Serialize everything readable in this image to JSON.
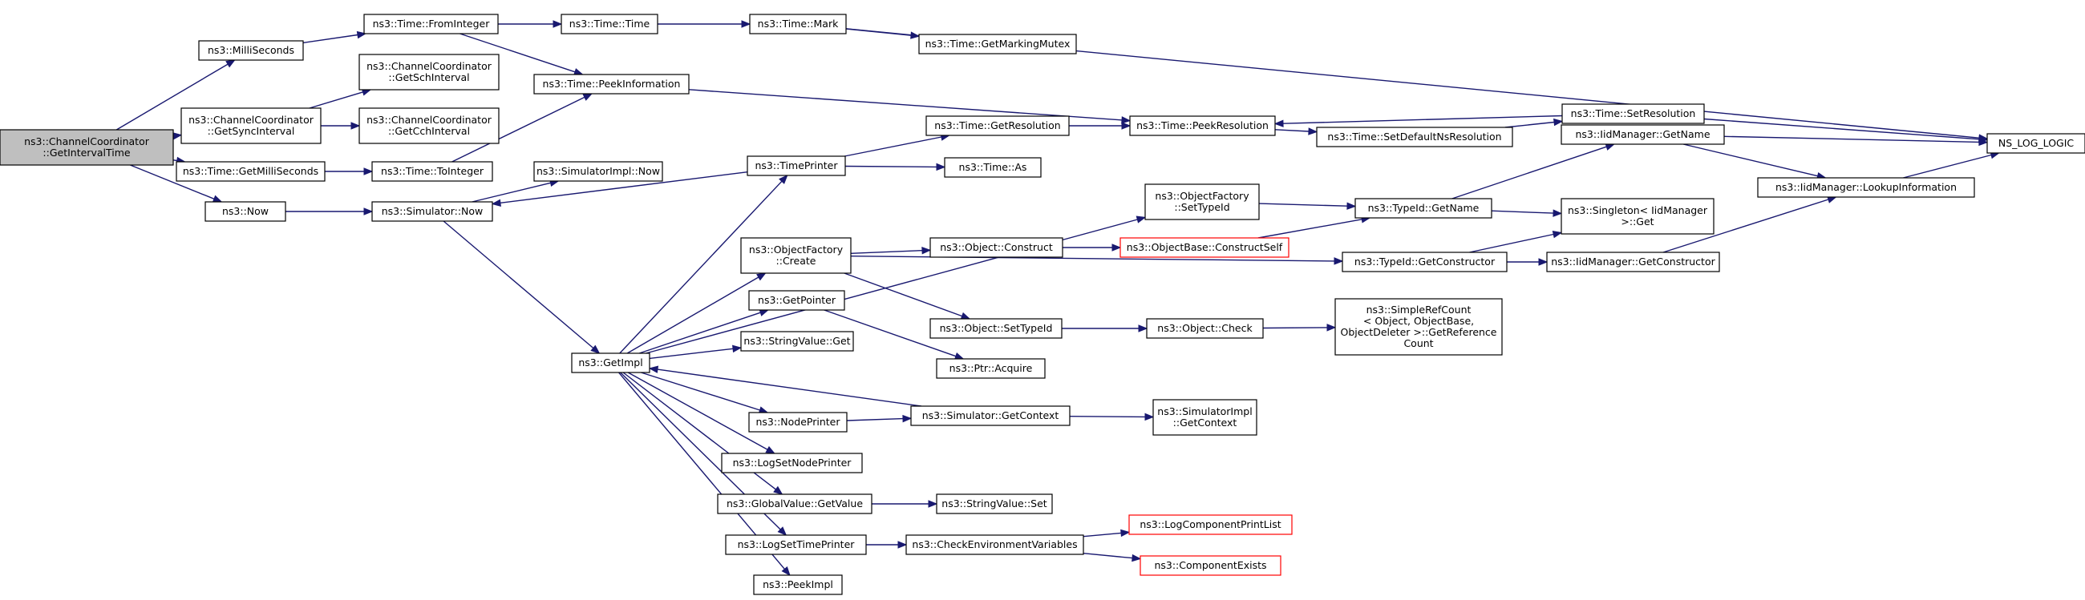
{
  "colors": {
    "edge": "#191970",
    "root_fill": "#bfbfbf",
    "node_border": "#000000",
    "truncated_border": "#ff0000"
  },
  "nodes": {
    "root": [
      "ns3::ChannelCoordinator",
      "::GetIntervalTime"
    ],
    "milliseconds": [
      "ns3::MilliSeconds"
    ],
    "getsyncinterval": [
      "ns3::ChannelCoordinator",
      "::GetSyncInterval"
    ],
    "getmilliseconds": [
      "ns3::Time::GetMilliSeconds"
    ],
    "now": [
      "ns3::Now"
    ],
    "fromInteger": [
      "ns3::Time::FromInteger"
    ],
    "getschinterval": [
      "ns3::ChannelCoordinator",
      "::GetSchInterval"
    ],
    "getcchinterval": [
      "ns3::ChannelCoordinator",
      "::GetCchInterval"
    ],
    "tointeger": [
      "ns3::Time::ToInteger"
    ],
    "simulatornow": [
      "ns3::Simulator::Now"
    ],
    "timetime": [
      "ns3::Time::Time"
    ],
    "peekinformation": [
      "ns3::Time::PeekInformation"
    ],
    "simimplnow": [
      "ns3::SimulatorImpl::Now"
    ],
    "getimpl": [
      "ns3::GetImpl"
    ],
    "mark": [
      "ns3::Time::Mark"
    ],
    "getmarkingmutex": [
      "ns3::Time::GetMarkingMutex"
    ],
    "timeprinter": [
      "ns3::TimePrinter"
    ],
    "getresolution": [
      "ns3::Time::GetResolution"
    ],
    "timeas": [
      "ns3::Time::As"
    ],
    "peekresolution": [
      "ns3::Time::PeekResolution"
    ],
    "setdefaultns": [
      "ns3::Time::SetDefaultNsResolution"
    ],
    "setresolution": [
      "ns3::Time::SetResolution"
    ],
    "nslog": [
      "NS_LOG_LOGIC"
    ],
    "ofsettypeid": [
      "ns3::ObjectFactory",
      "::SetTypeId"
    ],
    "ofcreate": [
      "ns3::ObjectFactory",
      "::Create"
    ],
    "getpointer": [
      "ns3::GetPointer"
    ],
    "stringvalueget": [
      "ns3::StringValue::Get"
    ],
    "nodeprinter": [
      "ns3::NodePrinter"
    ],
    "logsetnodeprinter": [
      "ns3::LogSetNodePrinter"
    ],
    "globalvalue": [
      "ns3::GlobalValue::GetValue"
    ],
    "logsettimeprinter": [
      "ns3::LogSetTimePrinter"
    ],
    "peekimpl": [
      "ns3::PeekImpl"
    ],
    "objconstruct": [
      "ns3::Object::Construct"
    ],
    "objsettypeid": [
      "ns3::Object::SetTypeId"
    ],
    "ptracquire": [
      "ns3::Ptr::Acquire"
    ],
    "simgetcontext": [
      "ns3::Simulator::GetContext"
    ],
    "stringvalueset": [
      "ns3::StringValue::Set"
    ],
    "checkenv": [
      "ns3::CheckEnvironmentVariables"
    ],
    "constructself": [
      "ns3::ObjectBase::ConstructSelf"
    ],
    "objcheck": [
      "ns3::Object::Check"
    ],
    "simimplgetcontext": [
      "ns3::SimulatorImpl",
      "::GetContext"
    ],
    "logcomplist": [
      "ns3::LogComponentPrintList"
    ],
    "compexists": [
      "ns3::ComponentExists"
    ],
    "typeidgetname": [
      "ns3::TypeId::GetName"
    ],
    "typeidgetconstructor": [
      "ns3::TypeId::GetConstructor"
    ],
    "simplerefcount": [
      "ns3::SimpleRefCount",
      "< Object, ObjectBase,",
      " ObjectDeleter >::GetReference",
      "Count"
    ],
    "iidgetname": [
      "ns3::IidManager::GetName"
    ],
    "singleton": [
      "ns3::Singleton< IidManager",
      " >::Get"
    ],
    "iidgetconstructor": [
      "ns3::IidManager::GetConstructor"
    ],
    "iidlookup": [
      "ns3::IidManager::LookupInformation"
    ]
  }
}
